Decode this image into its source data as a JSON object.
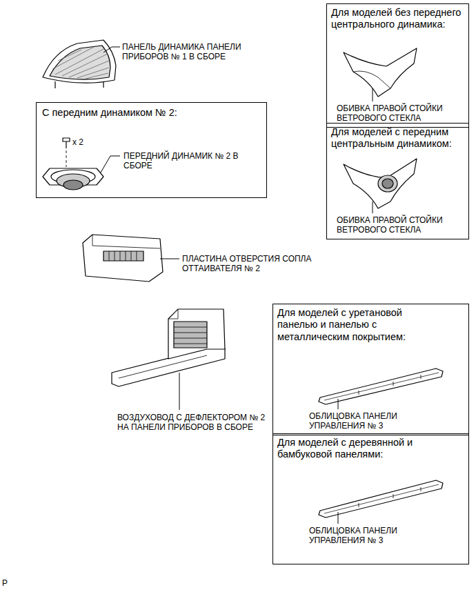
{
  "diagram": {
    "nodes": [
      {
        "text": [
          "С передним динамиком № 2:",
          "x 2",
          "ПЕРЕДНИЙ ДИНАМИК № 2 В СБОРЕ"
        ]
      },
      {
        "text": [
          "Для моделей без переднего центрального динамика:",
          "ОБИВКА ПРАВОЙ СТОЙКИ ВЕТРОВОГО СТЕКЛА"
        ]
      },
      {
        "text": [
          "Для моделей с передним центральным динамиком:",
          "ОБИВКА ПРАВОЙ СТОЙКИ ВЕТРОВОГО СТЕКЛА"
        ]
      },
      {
        "text": [
          "Для моделей с уретановой панелью и панелью с металлическим покрытием:",
          "ОБЛИЦОВКА ПАНЕЛИ УПРАВЛЕНИЯ № 3"
        ]
      },
      {
        "text": [
          "Для моделей с деревянной и бамбуковой панелями:",
          "ОБЛИЦОВКА ПАНЕЛИ УПРАВЛЕНИЯ № 3"
        ]
      }
    ],
    "labels": [
      "ПАНЕЛЬ ДИНАМИКА ПАНЕЛИ ПРИБОРОВ № 1 В СБОРЕ",
      "ПЛАСТИНА ОТВЕРСТИЯ СОПЛА ОТТАИВАТЕЛЯ № 2",
      "ВОЗДУХОВОД С ДЕФЛЕКТОРОМ № 2 НА ПАНЕЛИ ПРИБОРОВ В СБОРЕ",
      "P"
    ]
  }
}
